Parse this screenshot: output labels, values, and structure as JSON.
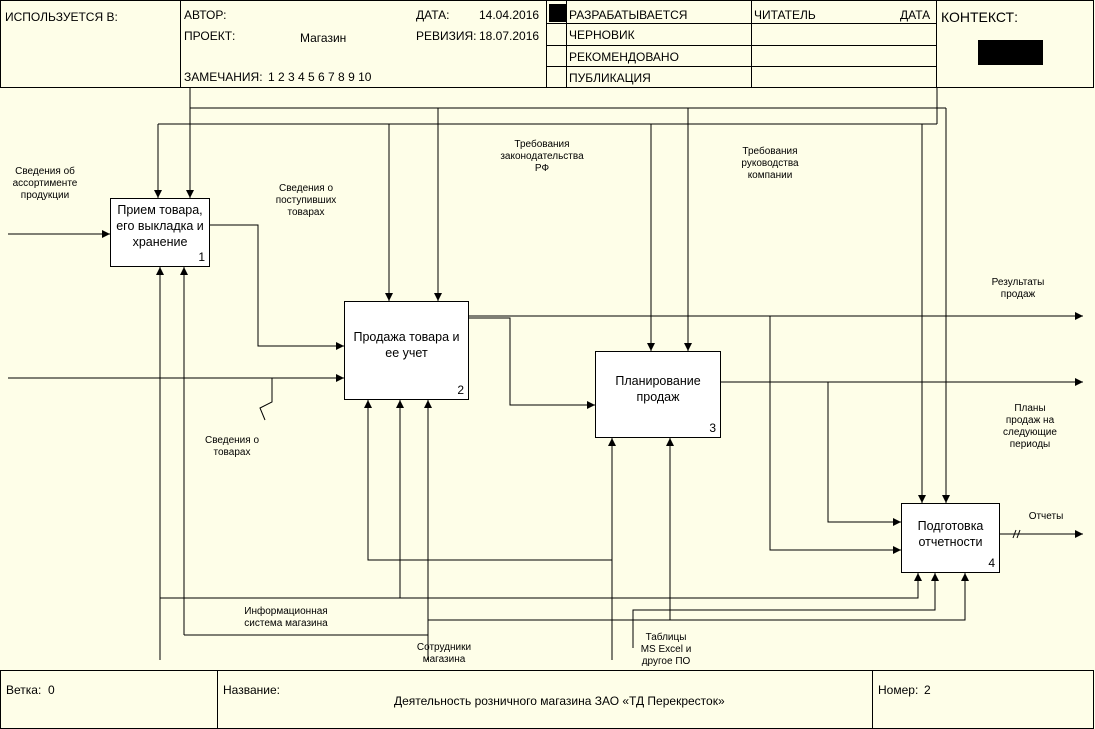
{
  "header": {
    "used_in_label": "ИСПОЛЬЗУЕТСЯ В:",
    "author_label": "АВТОР:",
    "project_label": "ПРОЕКТ:",
    "project_value": "Магазин",
    "date_label": "ДАТА:",
    "date_value": "14.04.2016",
    "revision_label": "РЕВИЗИЯ:",
    "revision_value": "18.07.2016",
    "notes_label": "ЗАМЕЧАНИЯ:",
    "notes_value": "1 2 3 4 5 6 7 8 9 10",
    "status_items": [
      "РАЗРАБАТЫВАЕТСЯ",
      "ЧЕРНОВИК",
      "РЕКОМЕНДОВАНО",
      "ПУБЛИКАЦИЯ"
    ],
    "reader_label": "ЧИТАТЕЛЬ",
    "reader_date_label": "ДАТА",
    "context_label": "КОНТЕКСТ:"
  },
  "boxes": [
    {
      "title": "Прием товара,\nего выкладка и\nхранение",
      "number": "1"
    },
    {
      "title": "Продажа товара и\nее учет",
      "number": "2"
    },
    {
      "title": "Планирование\nпродаж",
      "number": "3"
    },
    {
      "title": "Подготовка\nотчетности",
      "number": "4"
    }
  ],
  "arrow_labels": {
    "assortment": "Сведения об\nассортименте\nпродукции",
    "received_goods": "Сведения о\nпоступивших\nтоварах",
    "law": "Требования\nзаконодательства\nРФ",
    "management": "Требования\nруководства\nкомпании",
    "sales_results": "Результаты\nпродаж",
    "sales_plans": "Планы\nпродаж на\nследующие\nпериоды",
    "goods_info": "Сведения о\nтоварах",
    "reports": "Отчеты",
    "info_system": "Информационная\nсистема магазина",
    "staff": "Сотрудники\nмагазина",
    "tables": "Таблицы\nMS Excel и\nдругое ПО"
  },
  "footer": {
    "branch_label": "Ветка:",
    "branch_value": "0",
    "name_label": "Название:",
    "name_value": "Деятельность розничного магазина ЗАО «ТД Перекресток»",
    "number_label": "Номер:",
    "number_value": "2"
  }
}
